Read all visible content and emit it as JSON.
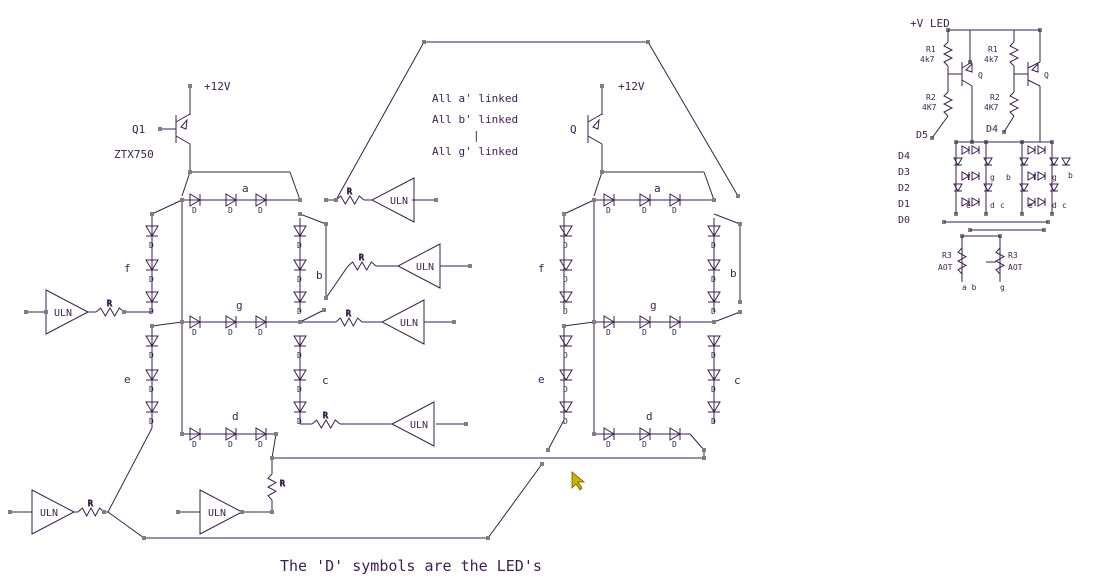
{
  "left_digit": {
    "transistor": {
      "name": "Q1",
      "part": "ZTX750",
      "supply": "+12V"
    },
    "segments": {
      "a": "a",
      "b": "b",
      "c": "c",
      "d": "d",
      "e": "e",
      "f": "f",
      "g": "g"
    }
  },
  "right_digit": {
    "transistor": {
      "name": "Q",
      "supply": "+12V"
    },
    "segments": {
      "a": "a",
      "b": "b",
      "c": "c",
      "d": "d",
      "e": "e",
      "f": "f",
      "g": "g"
    }
  },
  "led_symbol": "D",
  "resistor_label": "R",
  "driver_label": "ULN",
  "notes": [
    "All a' linked",
    "All b' linked",
    "|",
    "All g' linked"
  ],
  "caption": "The 'D' symbols are the LED's",
  "inset": {
    "supply": "+V LED",
    "r1": "R1",
    "r1_value": "4k7",
    "r2": "R2",
    "r2_value": "4K7",
    "q": "Q",
    "digit_lines": [
      "D5",
      "D4"
    ],
    "data_lines": [
      "D4",
      "D3",
      "D2",
      "D1",
      "D0"
    ],
    "r3": "R3",
    "r3_value": "AOT",
    "seg_letters": [
      "a",
      "b",
      "c",
      "d",
      "e",
      "f",
      "g"
    ],
    "bottom_left": "a b",
    "bottom_right": "g"
  },
  "colors": {
    "wire": "#3a1f50",
    "node": "#808080",
    "cursor": "#c8b400"
  }
}
